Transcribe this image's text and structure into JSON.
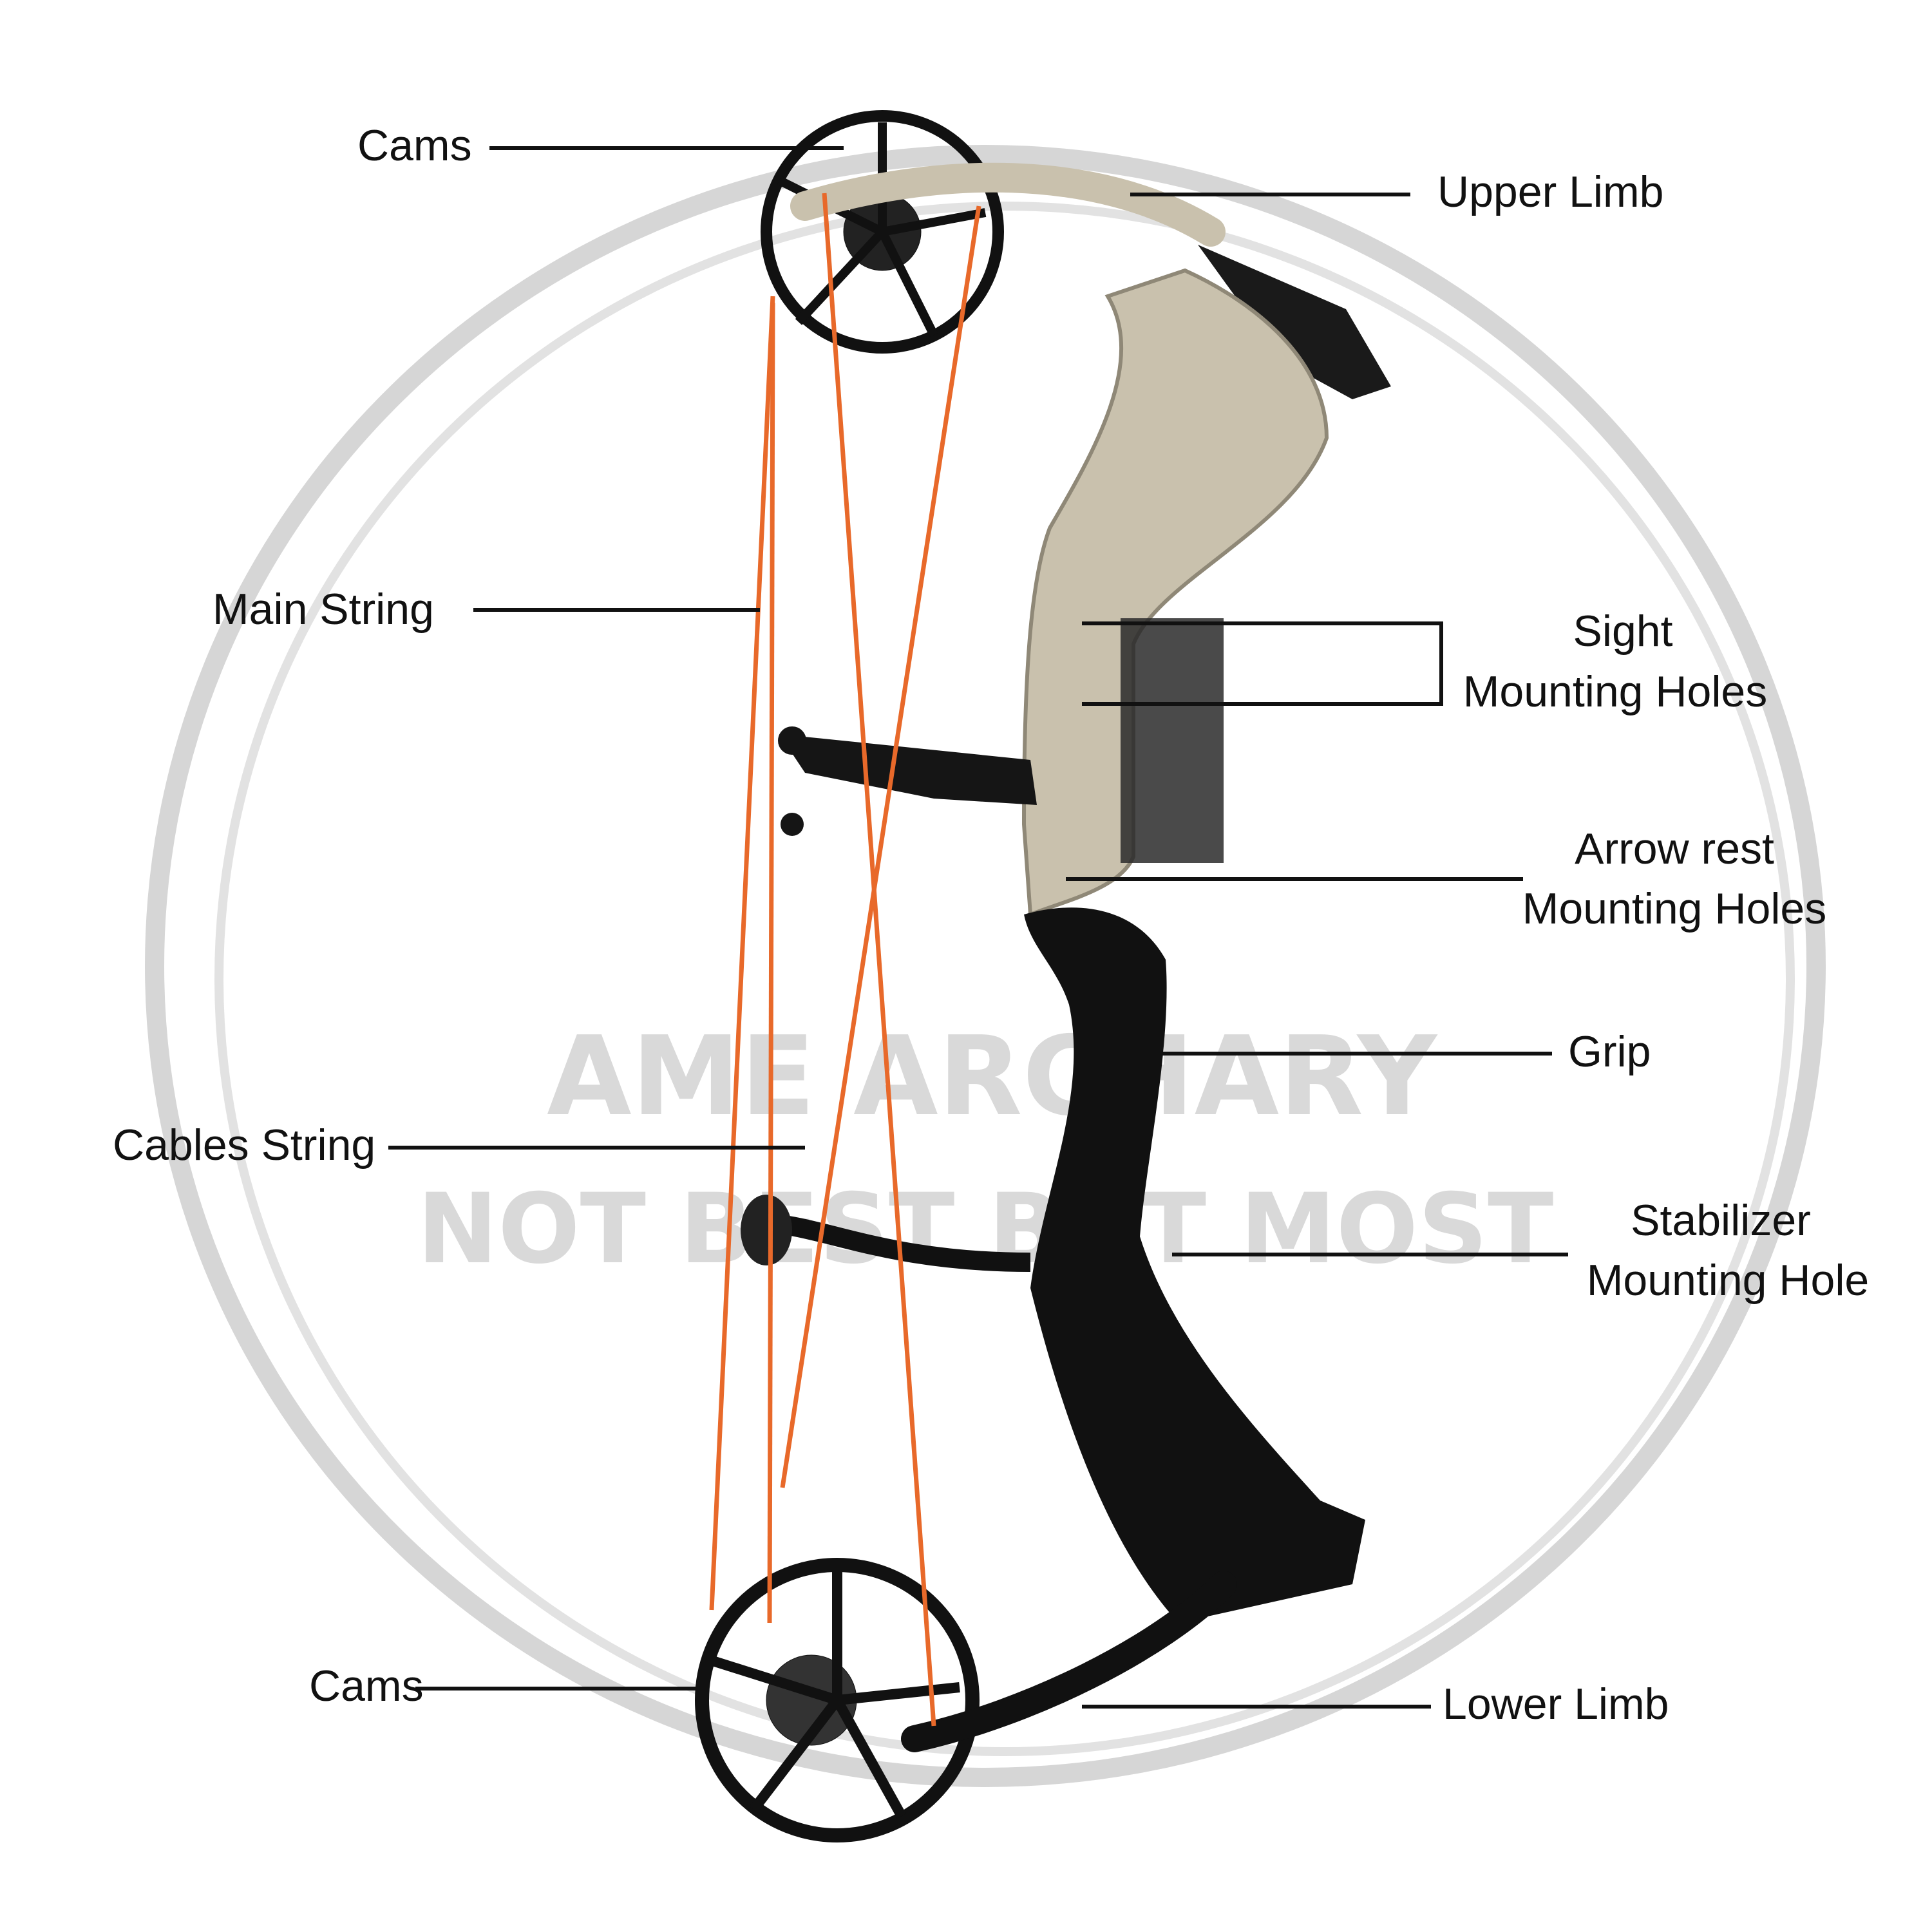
{
  "watermark": {
    "line1": "AME ARCHARY",
    "line2": "NOT BEST BUT MOST"
  },
  "labels": {
    "cams_top": "Cams",
    "upper_limb": "Upper Limb",
    "main_string": "Main String",
    "sight_line1": "Sight",
    "sight_line2": "Mounting Holes",
    "arrow_rest_line1": "Arrow rest",
    "arrow_rest_line2": "Mounting Holes",
    "grip": "Grip",
    "cables_string": "Cables String",
    "stabilizer_line1": "Stabilizer",
    "stabilizer_line2": "Mounting Hole",
    "cams_bottom": "Cams",
    "lower_limb": "Lower Limb"
  },
  "colors": {
    "string": "#e8692a",
    "riser_top": "#c9c1ad",
    "riser_bottom": "#111111",
    "watermark": "#d9d9d9"
  }
}
